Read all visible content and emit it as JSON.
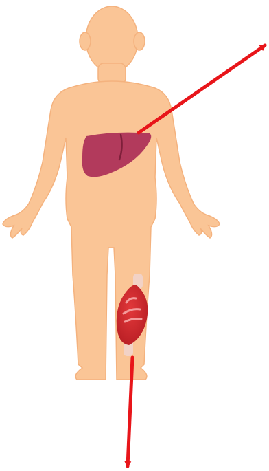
{
  "diagram": {
    "figure": "human-body-silhouette",
    "organs": [
      {
        "name": "liver",
        "icon": "liver-icon"
      },
      {
        "name": "muscle",
        "icon": "muscle-icon"
      }
    ],
    "arrows": [
      {
        "from": "liver",
        "direction": "up-right"
      },
      {
        "from": "muscle",
        "direction": "down"
      }
    ]
  },
  "colors": {
    "skin": "#FAC596",
    "skin_outline": "#F4B27E",
    "liver_fill": "#B23A5C",
    "liver_line": "#7E1F3A",
    "muscle_fill": "#D42A2E",
    "muscle_highlight": "#F39A9A",
    "tendon": "#F2D2C6",
    "arrow": "#E8151A"
  }
}
